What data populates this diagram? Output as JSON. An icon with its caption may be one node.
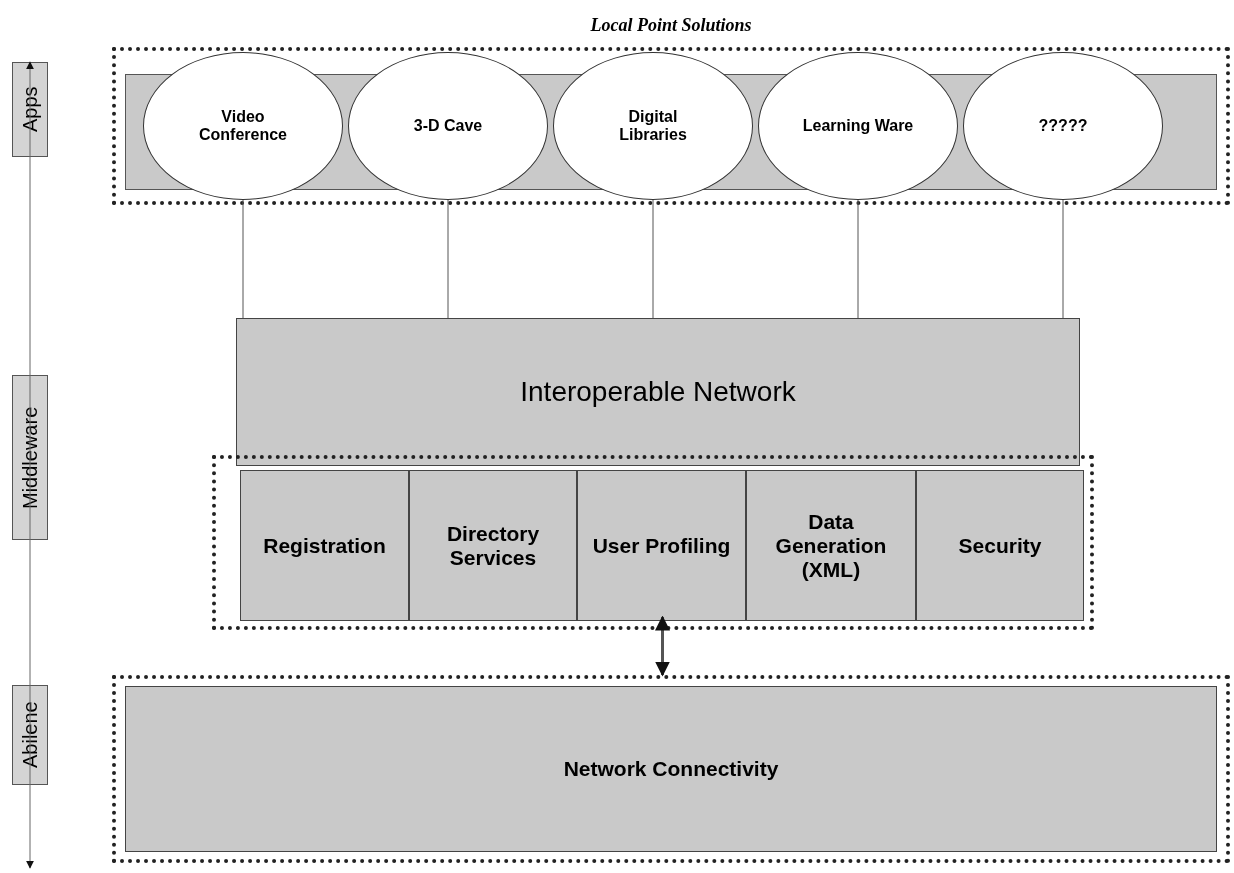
{
  "diagram": {
    "nodes": [
      {
        "text": [
          "Local Point Solutions"
        ]
      },
      {
        "text": [
          "Video Conference"
        ],
        "in": 0
      },
      {
        "text": [
          "3-D Cave"
        ],
        "in": 0
      },
      {
        "text": [
          "Digital Libraries"
        ],
        "in": 0
      },
      {
        "text": [
          "Learning Ware"
        ],
        "in": 0
      },
      {
        "text": [
          "?????"
        ],
        "in": 0
      },
      {
        "text": [
          "Interoperable Network"
        ]
      },
      {
        "text": [],
        "shape": "box"
      },
      {
        "text": [
          "Registration"
        ],
        "in": 7
      },
      {
        "text": [
          "Directory Services"
        ],
        "in": 7
      },
      {
        "text": [
          "User Profiling"
        ],
        "in": 7
      },
      {
        "text": [
          "Data Generation (XML)"
        ],
        "in": 7
      },
      {
        "text": [
          "Security"
        ],
        "in": 7
      },
      {
        "text": [
          "Network Connectivity"
        ]
      },
      {
        "text": [
          "Apps"
        ]
      },
      {
        "text": [
          "Middleware"
        ]
      },
      {
        "text": [
          "Abilene"
        ]
      }
    ],
    "edges": [
      {
        "from": 1,
        "to": 6,
        "arrow": "none"
      },
      {
        "from": 2,
        "to": 6,
        "arrow": "none"
      },
      {
        "from": 3,
        "to": 6,
        "arrow": "none"
      },
      {
        "from": 4,
        "to": 6,
        "arrow": "none"
      },
      {
        "from": 5,
        "to": 6,
        "arrow": "none"
      },
      {
        "from": 10,
        "to": 13,
        "arrow": "both",
        "style": "thick"
      }
    ]
  }
}
